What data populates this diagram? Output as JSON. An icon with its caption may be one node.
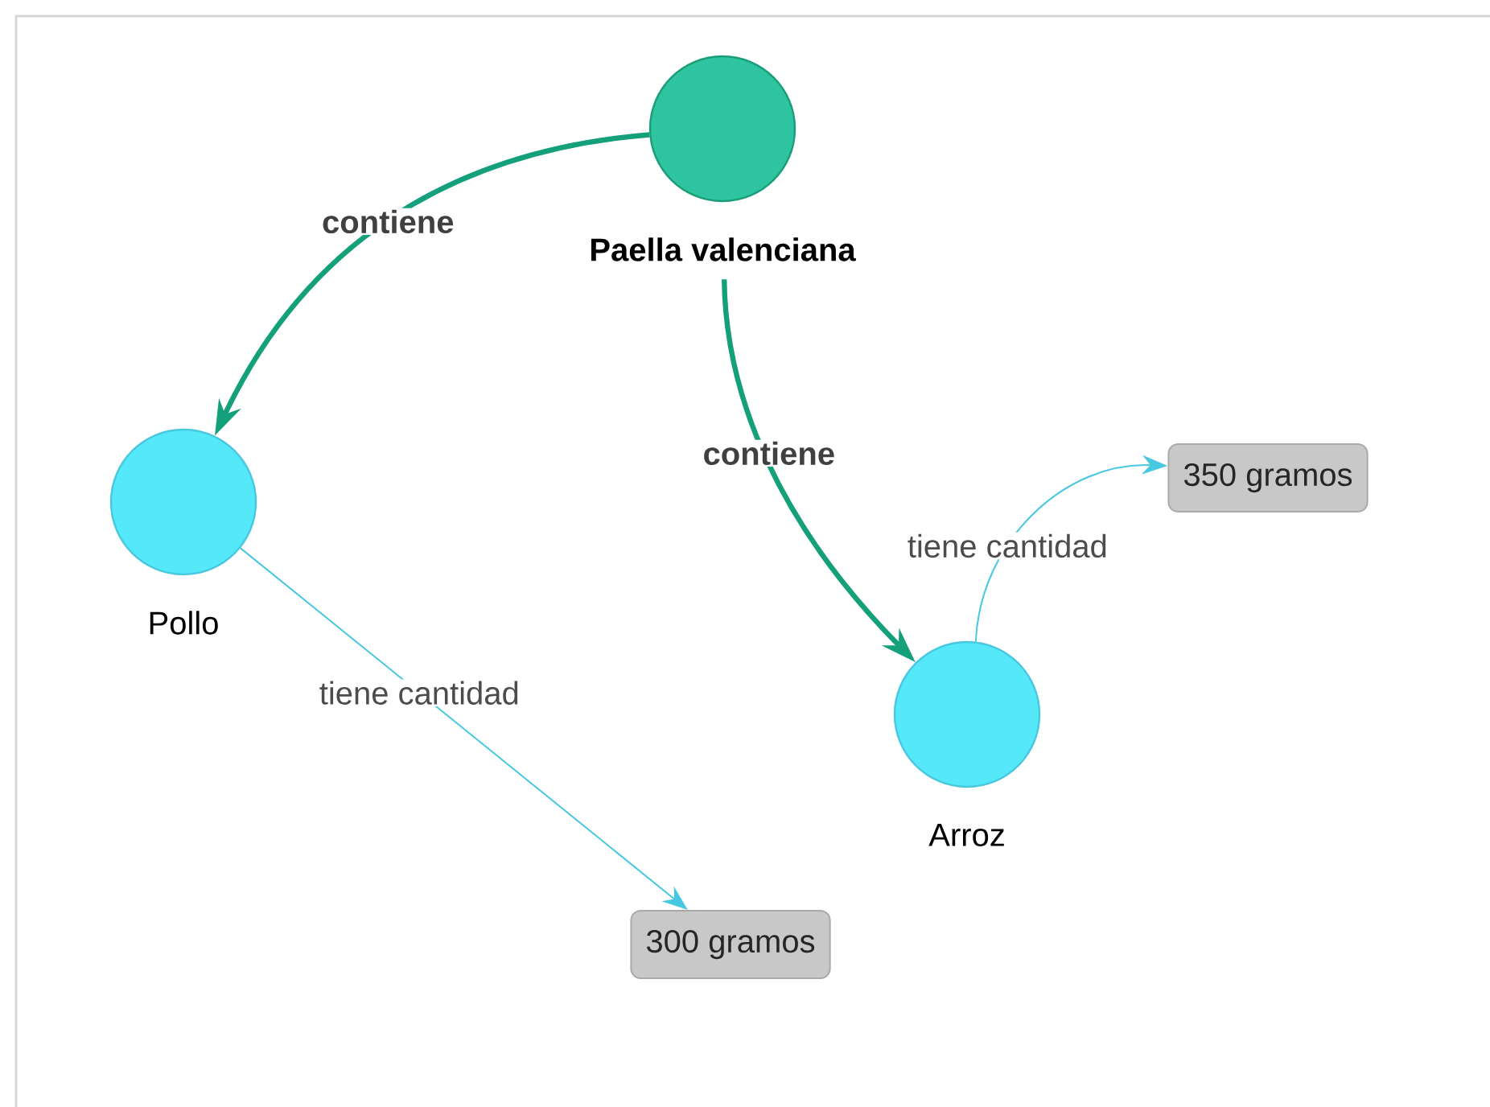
{
  "diagram": {
    "nodes": [
      {
        "text": [
          "Paella valenciana"
        ]
      },
      {
        "text": [
          "Pollo"
        ]
      },
      {
        "text": [
          "Arroz"
        ]
      },
      {
        "text": [
          "300 gramos"
        ]
      },
      {
        "text": [
          "350 gramos"
        ]
      }
    ],
    "edges": [
      {
        "from": 0,
        "to": 1,
        "arrow": "to",
        "label": "contiene",
        "style": "thick",
        "color": "#13a07a"
      },
      {
        "from": 0,
        "to": 2,
        "arrow": "to",
        "label": "contiene",
        "style": "thick",
        "color": "#13a07a"
      },
      {
        "from": 1,
        "to": 3,
        "arrow": "to",
        "label": "tiene cantidad",
        "color": "#48c8e0"
      },
      {
        "from": 2,
        "to": 4,
        "arrow": "to",
        "label": "tiene cantidad",
        "color": "#48c8e0"
      }
    ]
  }
}
